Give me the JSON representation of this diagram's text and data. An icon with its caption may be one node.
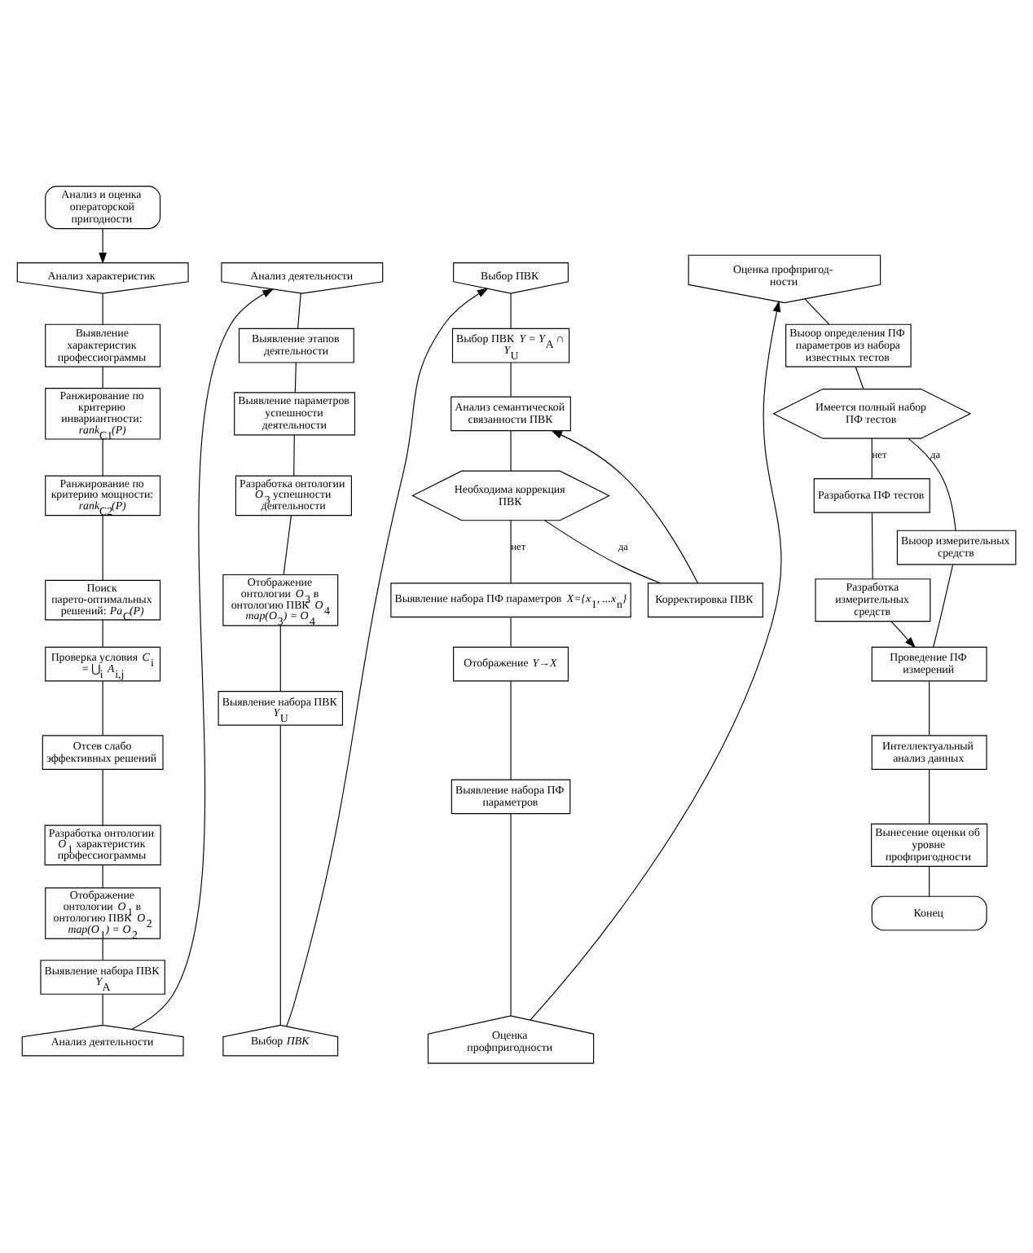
{
  "diagram": {
    "nodes": [
      {
        "text": [
          "Анализ и оценка операторской пригодности"
        ]
      },
      {
        "text": [
          "Анализ характеристик"
        ]
      },
      {
        "text": [
          "Выявление характеристик профессиограммы"
        ]
      },
      {
        "text": [
          "Ранжирование по критерию инвариантности: *rank*$_{C1}$*(P)*"
        ]
      },
      {
        "text": [
          "Ранжирование по критерию мощности: *rank*$_{C2}$*(P)*"
        ]
      },
      {
        "text": [
          "Поиск парето-оптимальных решений: *Pa*$_{C}$*(P)*"
        ]
      },
      {
        "text": [
          "Проверка условия *C*$_{i}$ = ⋃$_{i}$ *A*$_{i,j}$"
        ]
      },
      {
        "text": [
          "Отсев слабо эффективных решений"
        ]
      },
      {
        "text": [
          "Разработка онтологии *O*$_{1}$ характеристик профессиограммы"
        ]
      },
      {
        "text": [
          "Отображение онтологии *O*$_{1}$ в онтологию ПВК *O*$_{2}$ *map(O*$_{1}$*) = O*$_{2}$"
        ]
      },
      {
        "text": [
          "Выявление набора ПВК *Y*$_{A}$"
        ]
      },
      {
        "text": [
          "Анализ деятельности"
        ]
      },
      {
        "text": [
          "Анализ деятельности"
        ]
      },
      {
        "text": [
          "Выявление этапов деятельности"
        ]
      },
      {
        "text": [
          "Выявление параметров успешности деятельности"
        ]
      },
      {
        "text": [
          "Разработка онтологии *O*$_{3}$ успешности деятельности"
        ]
      },
      {
        "text": [
          "Отображение онтологии *O*$_{3}$ в онтологию ПВК *O*$_{4}$ *map(O*$_{3}$*) = O*$_{4}$"
        ]
      },
      {
        "text": [
          "Выявление набора ПВК *Y*$_{U}$"
        ]
      },
      {
        "text": [
          "Выбор *ПВК*"
        ]
      },
      {
        "text": [
          "Выбор ПВК"
        ]
      },
      {
        "text": [
          "Выбор ПВК *Y = Y*$_{A}$ ∩ *Y*$_{U}$"
        ]
      },
      {
        "text": [
          "Анализ семантической связанности ПВК"
        ]
      },
      {
        "text": [
          "Необходима коррекция ПВК"
        ]
      },
      {
        "text": [
          "Выявление набора ПФ параметров *X={x*$_{1}$*, ...x*$_{n}$*}*"
        ]
      },
      {
        "text": [
          "Отображение *Y→X*"
        ]
      },
      {
        "text": [
          "Выявление набора ПФ параметров"
        ]
      },
      {
        "text": [
          "Корректировка ПВК"
        ]
      },
      {
        "text": [
          "Оценка профпригодности"
        ]
      },
      {
        "text": [
          "Оценка профпригод- ности"
        ]
      },
      {
        "text": [
          "Выоор определения ПФ параметров из набора известных тестов"
        ]
      },
      {
        "text": [
          "Имеется полный набор ПФ тестов"
        ]
      },
      {
        "text": [
          "Разработка ПФ тестов"
        ]
      },
      {
        "text": [
          "Выоор измерительных средств"
        ]
      },
      {
        "text": [
          "Разработка измерительных средств"
        ]
      },
      {
        "text": [
          "Проведение ПФ измерений"
        ]
      },
      {
        "text": [
          "Интеллектуальный анализ данных"
        ]
      },
      {
        "text": [
          "Вынесение оценки об уровне профпригодности"
        ]
      },
      {
        "text": [
          "Конец"
        ]
      }
    ],
    "edges": [
      {
        "from": 0,
        "to": 1,
        "arrow": "to"
      },
      {
        "from": 1,
        "to": 2,
        "arrow": "none"
      },
      {
        "from": 2,
        "to": 3,
        "arrow": "none"
      },
      {
        "from": 3,
        "to": 4,
        "arrow": "none"
      },
      {
        "from": 4,
        "to": 5,
        "arrow": "none"
      },
      {
        "from": 5,
        "to": 6,
        "arrow": "none"
      },
      {
        "from": 6,
        "to": 7,
        "arrow": "none"
      },
      {
        "from": 7,
        "to": 8,
        "arrow": "none"
      },
      {
        "from": 8,
        "to": 9,
        "arrow": "none"
      },
      {
        "from": 9,
        "to": 10,
        "arrow": "none"
      },
      {
        "from": 10,
        "to": 11,
        "arrow": "none"
      },
      {
        "from": 11,
        "to": 12,
        "arrow": "to"
      },
      {
        "from": 12,
        "to": 13,
        "arrow": "none"
      },
      {
        "from": 13,
        "to": 14,
        "arrow": "none"
      },
      {
        "from": 14,
        "to": 15,
        "arrow": "none"
      },
      {
        "from": 15,
        "to": 16,
        "arrow": "none"
      },
      {
        "from": 16,
        "to": 17,
        "arrow": "none"
      },
      {
        "from": 17,
        "to": 18,
        "arrow": "none"
      },
      {
        "from": 18,
        "to": 19,
        "arrow": "to"
      },
      {
        "from": 19,
        "to": 20,
        "arrow": "none"
      },
      {
        "from": 20,
        "to": 21,
        "arrow": "none"
      },
      {
        "from": 21,
        "to": 22,
        "arrow": "none"
      },
      {
        "from": 22,
        "to": 23,
        "arrow": "none",
        "label": "нет"
      },
      {
        "from": 22,
        "to": 26,
        "arrow": "none",
        "label": "да"
      },
      {
        "from": 26,
        "to": 21,
        "arrow": "to"
      },
      {
        "from": 23,
        "to": 24,
        "arrow": "none"
      },
      {
        "from": 24,
        "to": 25,
        "arrow": "none"
      },
      {
        "from": 25,
        "to": 27,
        "arrow": "none"
      },
      {
        "from": 27,
        "to": 28,
        "arrow": "to"
      },
      {
        "from": 28,
        "to": 29,
        "arrow": "none"
      },
      {
        "from": 29,
        "to": 30,
        "arrow": "none"
      },
      {
        "from": 30,
        "to": 32,
        "arrow": "none",
        "label": "да"
      },
      {
        "from": 30,
        "to": 31,
        "arrow": "none",
        "label": "нет"
      },
      {
        "from": 31,
        "to": 33,
        "arrow": "none"
      },
      {
        "from": 33,
        "to": 34,
        "arrow": "to"
      },
      {
        "from": 32,
        "to": 34,
        "arrow": "none"
      },
      {
        "from": 34,
        "to": 35,
        "arrow": "none"
      },
      {
        "from": 35,
        "to": 36,
        "arrow": "none"
      },
      {
        "from": 36,
        "to": 37,
        "arrow": "none"
      }
    ]
  }
}
